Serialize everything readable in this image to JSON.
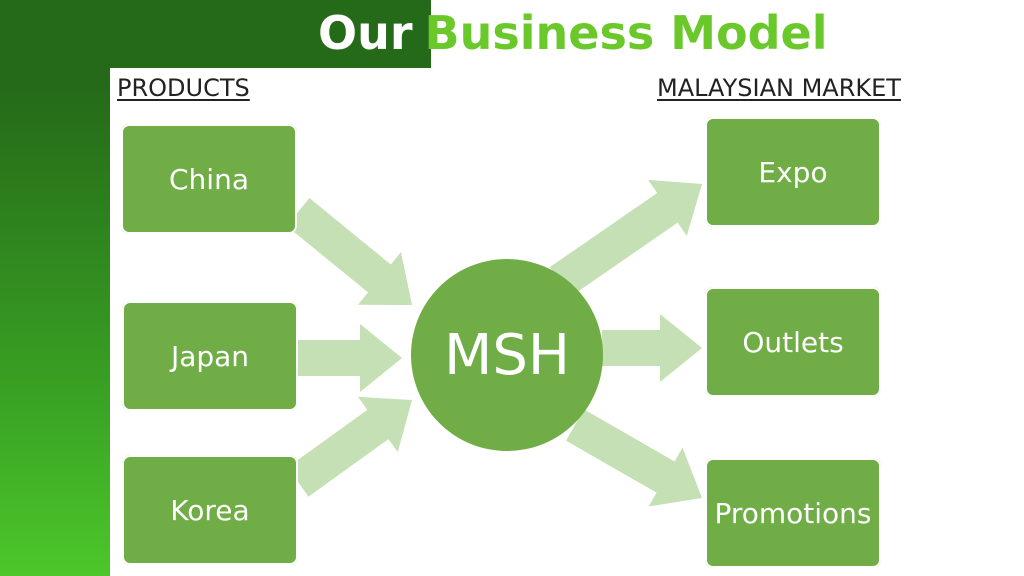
{
  "title": {
    "part1": "Our",
    "part2": "Business Model"
  },
  "left_heading": "PRODUCTS",
  "right_heading": "MALAYSIAN MARKET",
  "center": "MSH",
  "products": [
    "China",
    "Japan",
    "Korea"
  ],
  "markets": [
    "Expo",
    "Outlets",
    "Promotions"
  ],
  "colors": {
    "dark_green": "#256a19",
    "bright_green": "#6bc82a",
    "box": "#70ad47",
    "arrow": "#c5e0b4"
  }
}
